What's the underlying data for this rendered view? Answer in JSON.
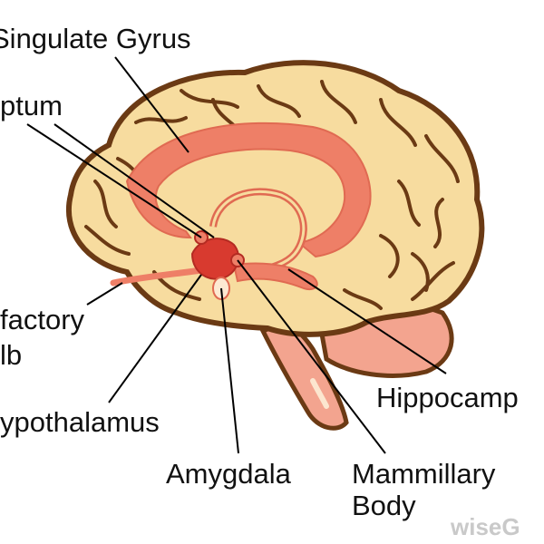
{
  "labels": {
    "cingulate_gyrus": "Singulate Gyrus",
    "septum": "ptum",
    "olfactory_bulb_line1": "factory",
    "olfactory_bulb_line2": "lb",
    "hypothalamus": "ypothalamus",
    "amygdala": "Amygdala",
    "hippocampus": "Hippocamp",
    "mammillary_body_line1": "Mammillary",
    "mammillary_body_line2": "Body"
  },
  "watermark": "wiseG",
  "colors": {
    "cortex_fill": "#f7dc9f",
    "cortex_outline": "#6b3a14",
    "limbic_fill": "#ee7f67",
    "limbic_dark": "#d83a2f",
    "stem_fill": "#f3a48f",
    "leader_line": "#000000"
  }
}
